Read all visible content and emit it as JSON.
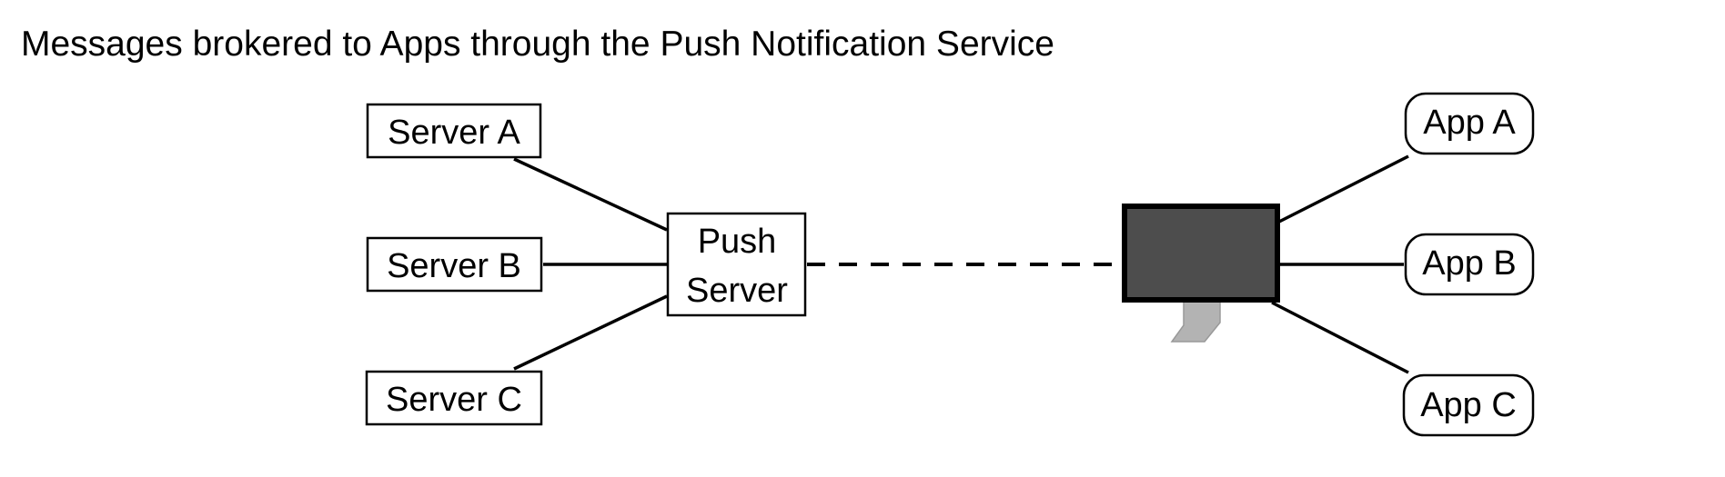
{
  "title": "Messages brokered to Apps through the Push Notification Service",
  "servers": [
    {
      "label": "Server A"
    },
    {
      "label": "Server B"
    },
    {
      "label": "Server C"
    }
  ],
  "push_server": {
    "line1": "Push",
    "line2": "Server"
  },
  "apps": [
    {
      "label": "App A"
    },
    {
      "label": "App B"
    },
    {
      "label": "App C"
    }
  ],
  "device": {
    "icon": "monitor-icon",
    "screen_color": "#4d4d4d",
    "stand_color": "#b3b3b3"
  }
}
